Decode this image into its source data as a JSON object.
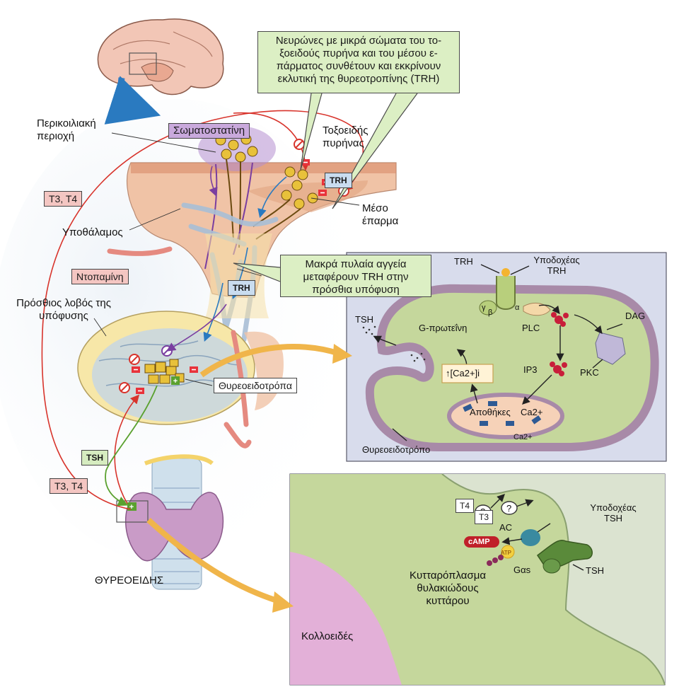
{
  "labels": {
    "note_neurons": "Νευρώνες με μικρά σώματα του το-ξοειδούς πυρήνα και του μέσου ε-πάρματος συνθέτουν και εκκρίνουν εκλυτική της θυρεοτροπίνης (TRH)",
    "paraventricular": "Περικοιλιακή περιοχή",
    "somatostatin": "Σωματοστατίνη",
    "arcuate": "Τοξοειδής πυρήνας",
    "trh_top": "TRH",
    "t3t4_left": "T3, T4",
    "median_eminence": "Μέσο έπαρμα",
    "hypothalamus": "Υποθάλαμος",
    "dopamine": "Ντοπαμίνη",
    "note_portal": "Μακρά πυλαία αγγεία μεταφέρουν TRH στην πρόσθια υπόφυση",
    "trh_mid": "TRH",
    "anterior_pituitary": "Πρόσθιος λοβός της υπόφυσης",
    "thyrotrophs": "Θυρεοειδοτρόπα",
    "tsh_tag": "TSH",
    "t3t4_lower": "T3, T4",
    "thyroid": "ΘΥΡΕΟΕΙΔΗΣ"
  },
  "cell_panel": {
    "trh": "TRH",
    "receptor": "Υποδοχέας TRH",
    "tsh": "TSH",
    "g_protein": "G-πρωτεΐνη",
    "plc": "PLC",
    "dag": "DAG",
    "pkc": "PKC",
    "ip3": "IP3",
    "ca_i": "↑[Ca2+]i",
    "stores": "Αποθήκες",
    "ca": "Ca2+",
    "ca_small": "Ca2+",
    "cell_name": "Θυρεοειδοτρόπο",
    "alpha": "α",
    "gamma": "γ",
    "beta": "β"
  },
  "thyroid_panel": {
    "t4": "T4",
    "t3": "T3",
    "question": "?",
    "ac": "AC",
    "camp": "cAMP",
    "atp": "ATP",
    "g_as": "Gαs",
    "receptor": "Υποδοχέας TSH",
    "tsh": "TSH",
    "cytoplasm": "Κυτταρόπλασμα θυλακιώδους κυττάρου",
    "colloid": "Κολλοειδές"
  },
  "colors": {
    "note_green": "#dcefc4",
    "tag_red": "#f4c6c2",
    "tag_blue": "#c9dcef",
    "tag_purple": "#c9a9dc",
    "cell_bg": "#d8dcec",
    "cell_green": "#c5d79c",
    "membrane": "#a88aa8",
    "feedback_red": "#d8342c",
    "arrow_orange": "#f0b54a"
  }
}
